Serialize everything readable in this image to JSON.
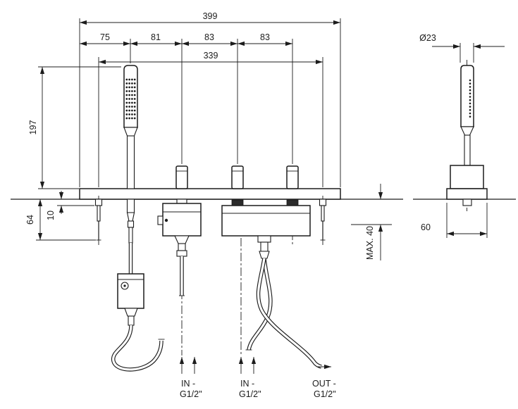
{
  "front_view": {
    "dim_total_width": "399",
    "dim_spacing_a": "75",
    "dim_spacing_b": "81",
    "dim_spacing_c": "83",
    "dim_spacing_d": "83",
    "dim_inner_width": "339",
    "dim_height_above": "197",
    "dim_depth_below": "64",
    "dim_plate_offset": "10",
    "dim_max_counter": "MAX. 40",
    "connections": [
      {
        "line1": "IN -",
        "line2": "G1/2\""
      },
      {
        "line1": "IN -",
        "line2": "G1/2\""
      },
      {
        "line1": "OUT -",
        "line2": "G1/2\""
      }
    ]
  },
  "side_view": {
    "dim_diameter": "Ø23",
    "dim_base_width": "60"
  },
  "style": {
    "line_color": "#1c1c1c",
    "background": "#ffffff"
  }
}
